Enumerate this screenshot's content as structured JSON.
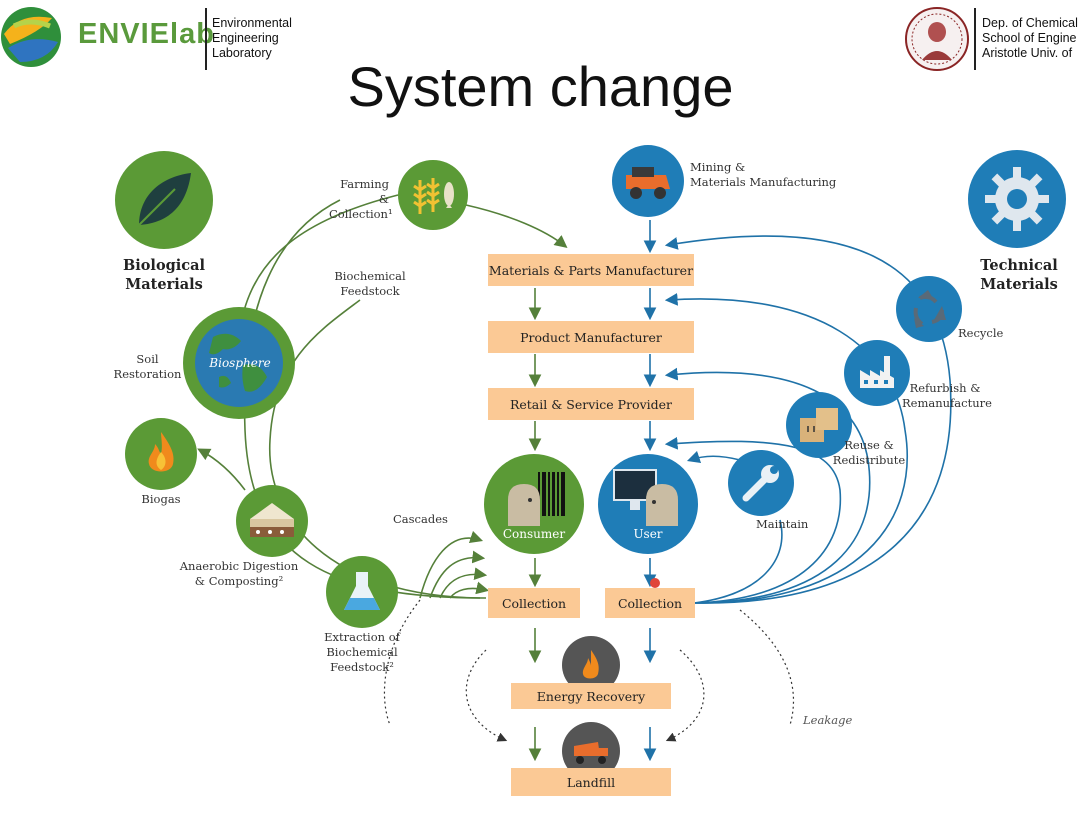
{
  "header": {
    "logo_left_text": "ENVIElab",
    "lab_name_lines": [
      "Environmental",
      "Engineering",
      "Laboratory"
    ],
    "dept_lines": [
      "Dep. of Chemical",
      "School of Engine",
      "Aristotle Univ. of"
    ]
  },
  "title": "System change",
  "groups": {
    "biological": [
      "Biological",
      "Materials"
    ],
    "technical": [
      "Technical",
      "Materials"
    ]
  },
  "biosphere": "Biosphere",
  "boxes": {
    "materials_parts": "Materials & Parts Manufacturer",
    "product": "Product Manufacturer",
    "retail": "Retail & Service Provider",
    "collection_bio": "Collection",
    "collection_tech": "Collection",
    "energy_recovery": "Energy Recovery",
    "landfill": "Landfill"
  },
  "circles": {
    "consumer": "Consumer",
    "user": "User"
  },
  "labels": {
    "farming": [
      "Farming &",
      "Collection¹"
    ],
    "mining": [
      "Mining &",
      "Materials Manufacturing"
    ],
    "biochemical_feedstock": [
      "Biochemical",
      "Feedstock"
    ],
    "soil_restoration": [
      "Soil",
      "Restoration"
    ],
    "biogas": "Biogas",
    "anaerobic": [
      "Anaerobic Digestion",
      "& Composting²"
    ],
    "cascades": "Cascades",
    "extraction": [
      "Extraction of",
      "Biochemical",
      "Feedstock²"
    ],
    "recycle": "Recycle",
    "refurbish": [
      "Refurbish &",
      "Remanufacture"
    ],
    "reuse": [
      "Reuse &",
      "Redistribute"
    ],
    "maintain": "Maintain",
    "leakage": "Leakage"
  },
  "colors": {
    "green": "#5b9a36",
    "green_dark": "#4e7f35",
    "blue": "#1f7db7",
    "blue_dark": "#1a6491",
    "box": "#fbc995",
    "arrow_green": "#55803a",
    "arrow_blue": "#1f72a8"
  },
  "icons": [
    "leaf-icon",
    "gear-icon",
    "wheat-fish-icon",
    "mining-truck-icon",
    "globe-icon",
    "flame-icon",
    "compost-soil-icon",
    "flask-icon",
    "recycle-icon",
    "factory-icon",
    "boxes-icon",
    "wrench-icon",
    "barcode-person-icon",
    "computer-person-icon",
    "dump-truck-icon"
  ]
}
